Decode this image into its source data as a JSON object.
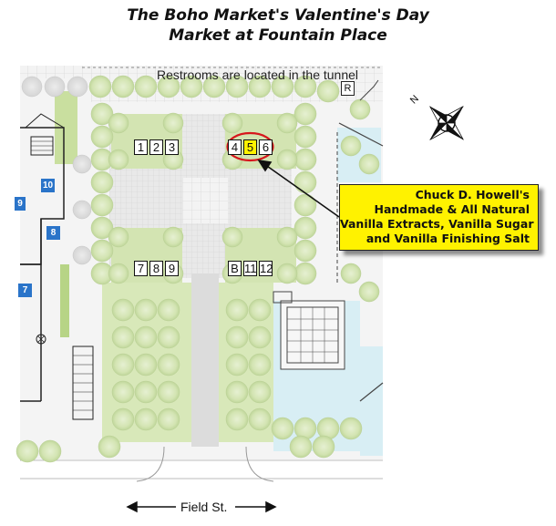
{
  "title": {
    "line1": "The Boho Market's Valentine's Day",
    "line2": "Market at Fountain Place"
  },
  "map": {
    "restroom_note": "Restrooms are located in the tunnel",
    "restroom_marker": "R",
    "street_label": "Field St.",
    "compass_label": "N",
    "booth_rows": {
      "top_left": [
        "1",
        "2",
        "3"
      ],
      "top_right": [
        "4",
        "5",
        "6"
      ],
      "bottom_left": [
        "7",
        "8",
        "9"
      ],
      "bottom_right": [
        "B",
        "11",
        "12"
      ]
    },
    "highlighted_booth": "5",
    "building_labels": [
      "10",
      "9",
      "8",
      "7"
    ]
  },
  "callout": {
    "line1": "Chuck D. Howell's",
    "line2": "Handmade & All Natural",
    "line3": "Vanilla Extracts, Vanilla Sugar",
    "line4": "and Vanilla Finishing Salt"
  },
  "colors": {
    "highlight": "#fff200",
    "circle": "#d6161c",
    "building": "#2a74c9",
    "grass": "#cfe3a7",
    "water": "#d8eef4"
  }
}
